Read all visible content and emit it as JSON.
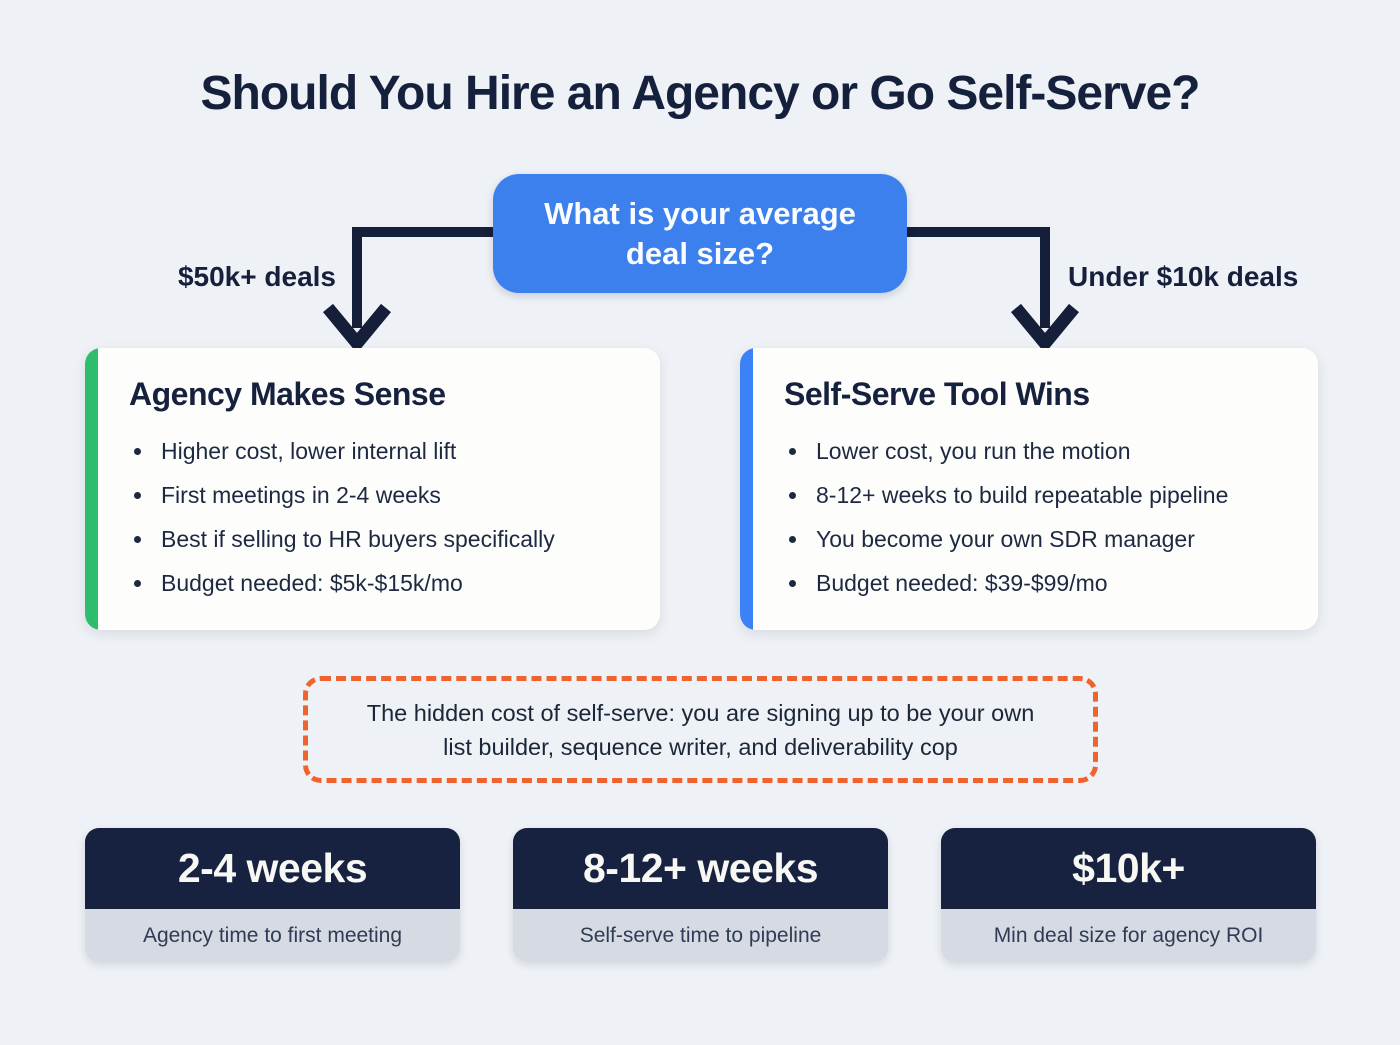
{
  "page": {
    "title": "Should You Hire an Agency or Go Self-Serve?"
  },
  "decision": {
    "question": "What is your average deal size?",
    "left_branch_label": "$50k+ deals",
    "right_branch_label": "Under $10k deals"
  },
  "cards": [
    {
      "title": "Agency Makes Sense",
      "accent_color": "#2ebd6d",
      "bullets": [
        "Higher cost, lower internal lift",
        "First meetings in 2-4 weeks",
        "Best if selling to HR buyers specifically",
        "Budget needed: $5k-$15k/mo"
      ]
    },
    {
      "title": "Self-Serve Tool Wins",
      "accent_color": "#3b82f6",
      "bullets": [
        "Lower cost, you run the motion",
        "8-12+ weeks to build repeatable pipeline",
        "You become your own SDR manager",
        "Budget needed: $39-$99/mo"
      ]
    }
  ],
  "callout": {
    "text": "The hidden cost of self-serve: you are signing up to be your own list builder, sequence writer, and deliverability cop",
    "border_color": "#f0632f"
  },
  "stats": [
    {
      "value": "2-4 weeks",
      "label": "Agency time to first meeting"
    },
    {
      "value": "8-12+ weeks",
      "label": "Self-serve time to pipeline"
    },
    {
      "value": "$10k+",
      "label": "Min deal size for agency ROI"
    }
  ],
  "colors": {
    "background": "#eef1f5",
    "navy_text": "#16203c",
    "question_box_blue": "#3b80ec",
    "stat_header_navy": "#172140",
    "stat_footer_gray": "#d6dbe3",
    "card_background": "#fdfdfc"
  }
}
